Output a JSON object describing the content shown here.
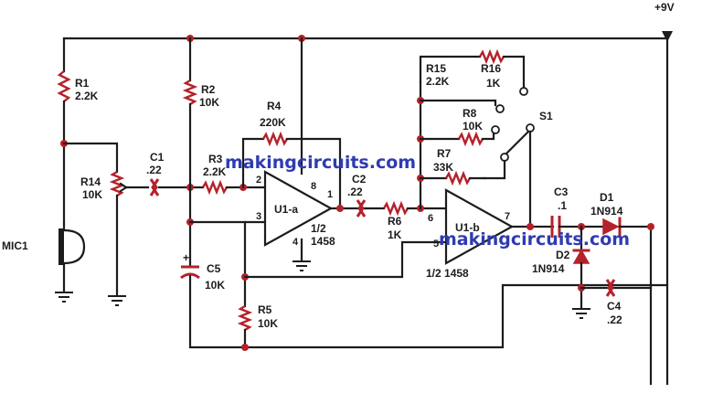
{
  "supply": {
    "label": "+9V"
  },
  "watermarks": [
    "makingcircuits.com",
    "makingcircuits.com"
  ],
  "components": {
    "R1": {
      "ref": "R1",
      "value": "2.2K"
    },
    "R2": {
      "ref": "R2",
      "value": "10K"
    },
    "R3": {
      "ref": "R3",
      "value": "2.2K"
    },
    "R4": {
      "ref": "R4",
      "value": "220K"
    },
    "R5": {
      "ref": "R5",
      "value": "10K"
    },
    "R6": {
      "ref": "R6",
      "value": "1K"
    },
    "R7": {
      "ref": "R7",
      "value": "33K"
    },
    "R8": {
      "ref": "R8",
      "value": "10K"
    },
    "R14": {
      "ref": "R14",
      "value": "10K"
    },
    "R15": {
      "ref": "R15",
      "value": "2.2K"
    },
    "R16": {
      "ref": "R16",
      "value": "1K"
    },
    "C1": {
      "ref": "C1",
      "value": ".22"
    },
    "C2": {
      "ref": "C2",
      "value": ".22"
    },
    "C3": {
      "ref": "C3",
      "value": ".1"
    },
    "C4": {
      "ref": "C4",
      "value": ".22"
    },
    "C5": {
      "ref": "C5",
      "value": "10K"
    },
    "D1": {
      "ref": "D1",
      "value": "1N914"
    },
    "D2": {
      "ref": "D2",
      "value": "1N914"
    },
    "MIC1": {
      "ref": "MIC1"
    },
    "S1": {
      "ref": "S1"
    },
    "U1a": {
      "ref": "U1-a",
      "part": "1/2",
      "part_no": "1458",
      "pins": {
        "in_neg": "2",
        "in_pos": "3",
        "out": "1",
        "vcc": "8",
        "gnd": "4"
      }
    },
    "U1b": {
      "ref": "U1-b",
      "part": "1/2 1458",
      "pins": {
        "in_neg": "6",
        "in_pos": "5",
        "out": "7"
      }
    }
  },
  "colors": {
    "ink": "#1c1c1c",
    "component": "#b5212a",
    "watermark": "#2f3bb0"
  }
}
